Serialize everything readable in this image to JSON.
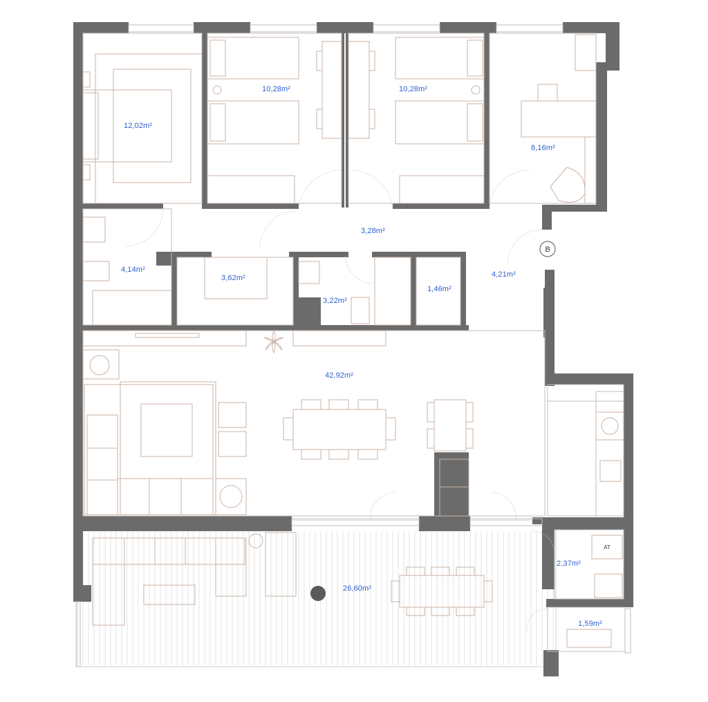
{
  "plan": {
    "rooms": [
      {
        "id": "master-bedroom",
        "area": "12,02m²"
      },
      {
        "id": "bedroom-2",
        "area": "10,28m²"
      },
      {
        "id": "bedroom-3",
        "area": "10,28m²"
      },
      {
        "id": "study",
        "area": "8,16m²"
      },
      {
        "id": "hallway",
        "area": "3,28m²"
      },
      {
        "id": "bathroom-1",
        "area": "4,14m²"
      },
      {
        "id": "closet",
        "area": "3,62m²"
      },
      {
        "id": "bathroom-2",
        "area": "3,22m²"
      },
      {
        "id": "storage",
        "area": "1,46m²"
      },
      {
        "id": "entrance",
        "area": "4,21m²"
      },
      {
        "id": "living-dining",
        "area": "42,92m²"
      },
      {
        "id": "terrace",
        "area": "26,60m²"
      },
      {
        "id": "utility",
        "area": "2,37m²"
      },
      {
        "id": "balcony",
        "area": "1,59m²"
      }
    ],
    "entrance_marker": "B",
    "appliance_tag": "AT"
  },
  "colors": {
    "wall": "#6b6b6b",
    "furniture": "#c9b3a6",
    "label": "#2f5fd0"
  }
}
